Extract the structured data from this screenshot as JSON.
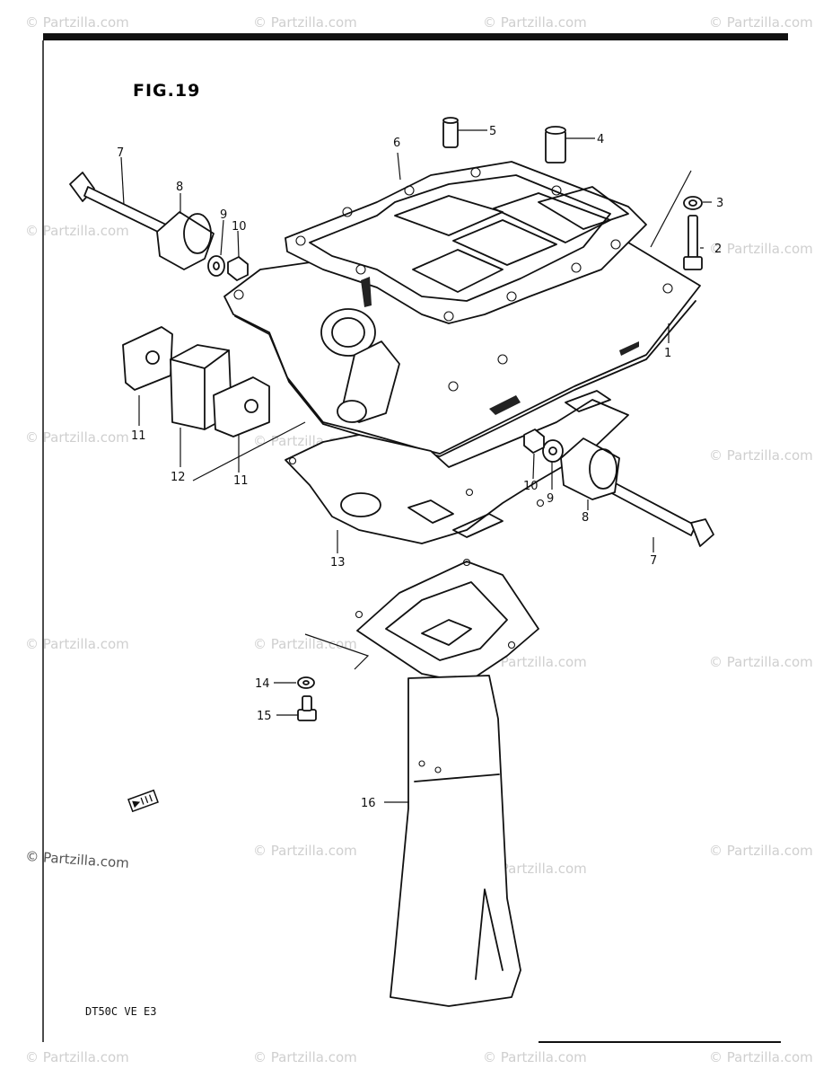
{
  "figure": {
    "title": "FIG.19",
    "model_code": "DT50C VE E3"
  },
  "watermark": {
    "text": "© Partzilla.com"
  },
  "callouts": [
    {
      "num": "1"
    },
    {
      "num": "2"
    },
    {
      "num": "3"
    },
    {
      "num": "4"
    },
    {
      "num": "5"
    },
    {
      "num": "6"
    },
    {
      "num": "7"
    },
    {
      "num": "8"
    },
    {
      "num": "9"
    },
    {
      "num": "10"
    },
    {
      "num": "11"
    },
    {
      "num": "12"
    },
    {
      "num": "13"
    },
    {
      "num": "14"
    },
    {
      "num": "15"
    },
    {
      "num": "16"
    },
    {
      "num": "7"
    },
    {
      "num": "8"
    },
    {
      "num": "9"
    },
    {
      "num": "10"
    },
    {
      "num": "11"
    }
  ],
  "colors": {
    "ink": "#111111",
    "watermark": "#cfcfcf",
    "background": "#ffffff"
  }
}
